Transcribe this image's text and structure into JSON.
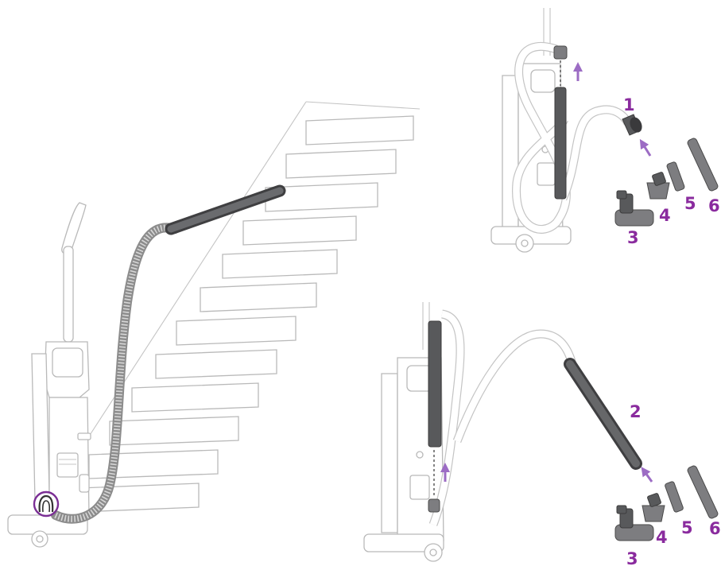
{
  "colors": {
    "label": "#8a2b9e",
    "arrow": "#9c6cc4",
    "tube": "#58595b",
    "outline": "#b9b9b9",
    "icon_ring": "#7b2f95"
  },
  "icons": [
    "hose-icon",
    "arrow-up-icon"
  ],
  "top_panel": {
    "labels": {
      "n1": "1",
      "n3": "3",
      "n4": "4",
      "n5": "5",
      "n6": "6"
    }
  },
  "bottom_panel": {
    "labels": {
      "n2": "2",
      "n3": "3",
      "n4": "4",
      "n5": "5",
      "n6": "6"
    }
  }
}
